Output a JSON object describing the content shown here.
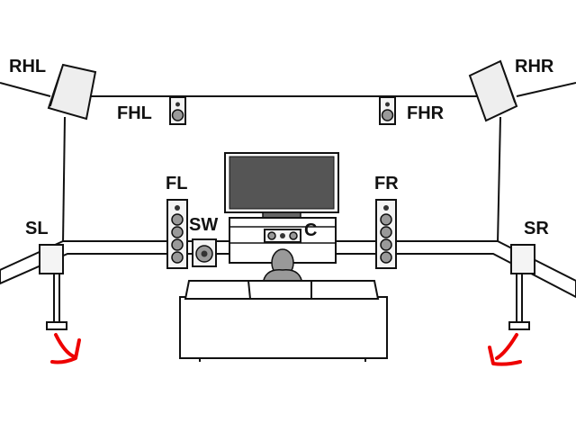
{
  "labels": {
    "rhl": "RHL",
    "rhr": "RHR",
    "fhl": "FHL",
    "fhr": "FHR",
    "fl": "FL",
    "fr": "FR",
    "sw": "SW",
    "c": "C",
    "sl": "SL",
    "sr": "SR"
  },
  "colors": {
    "line": "#111111",
    "arrow": "#ee0000"
  },
  "icons": [
    "speaker-icon",
    "subwoofer-icon",
    "tv-icon",
    "sofa-icon",
    "listener-icon",
    "arrow-icon"
  ]
}
